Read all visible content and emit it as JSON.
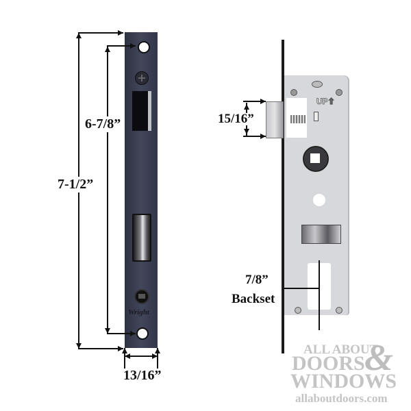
{
  "front_view": {
    "dimensions": {
      "overall_height": "7-1/2”",
      "screw_hole_span": "6-7/8”",
      "faceplate_width": "13/16”"
    },
    "brand_mark": "Wright",
    "faceplate_color": "#3a3d4e"
  },
  "side_view": {
    "dimensions": {
      "latch_height": "15/16”",
      "backset_value": "7/8”",
      "backset_label": "Backset"
    },
    "case_marking": "UP",
    "case_color": "#d6d8dc"
  },
  "watermark": {
    "line1": "ALL ABOUT",
    "line2": "DOORS",
    "ampersand": "&",
    "line3": "WINDOWS",
    "url": "allaboutdoors.com"
  }
}
